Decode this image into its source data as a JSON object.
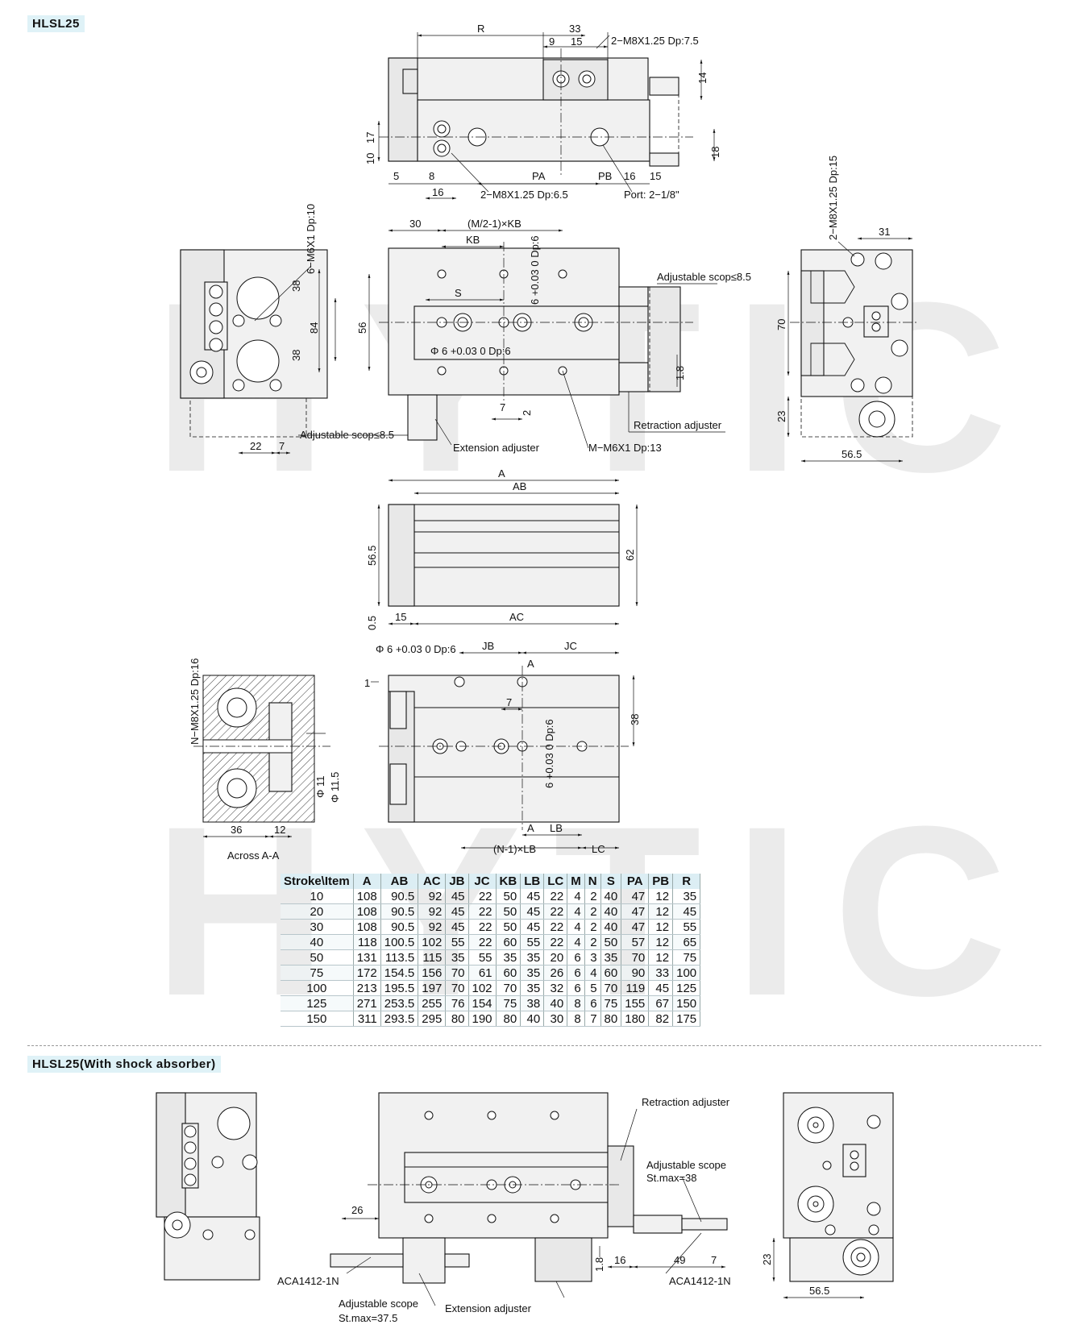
{
  "headings": {
    "main": "HLSL25",
    "shock": "HLSL25(With shock absorber)"
  },
  "watermark": "HYTIC",
  "labels": {
    "top": {
      "R": "R",
      "d33": "33",
      "d9": "9",
      "d15": "15",
      "m8a": "2−M8X1.25 Dp:7.5",
      "d14": "14",
      "d17": "17",
      "d10": "10",
      "d18": "18",
      "d5": "5",
      "d8": "8",
      "PA": "PA",
      "PB": "PB",
      "d16a": "16",
      "d15b": "15",
      "d16b": "16",
      "m8b": "2−M8X1.25 Dp:6.5",
      "port": "Port: 2−1/8\""
    },
    "mid": {
      "d30": "30",
      "mkb": "(M/2-1)×KB",
      "KB": "KB",
      "S": "S",
      "d6dp": "6 +0.03 0 Dp:6",
      "phi6": "Φ 6 +0.03 0 Dp:6",
      "d56": "56",
      "adj1": "Adjustable scop≤8.5",
      "d18b": "1.8",
      "d7": "7",
      "d2": "2",
      "retr": "Retraction adjuster",
      "mm6": "M−M6X1 Dp:13",
      "ext": "Extension adjuster",
      "adj2": "Adjustable scop≤8.5"
    },
    "left": {
      "m6": "6−M6X1 Dp:10",
      "d38a": "38",
      "d38b": "38",
      "d84": "84",
      "d22": "22",
      "d7": "7"
    },
    "right": {
      "m8": "2−M8X1.25 Dp:15",
      "d31": "31",
      "d70": "70",
      "d23": "23",
      "d565": "56.5"
    },
    "plan": {
      "A": "A",
      "AB": "AB",
      "d565": "56.5",
      "d62": "62",
      "d05": "0.5",
      "d15": "15",
      "AC": "AC"
    },
    "bottom": {
      "phi6": "Φ 6 +0.03 0 Dp:6",
      "JB": "JB",
      "JC": "JC",
      "A1": "A",
      "d1": "1",
      "d7": "7",
      "d38": "38",
      "d6dp": "6 +0.03 0 Dp:6",
      "A2": "A",
      "LB": "LB",
      "nlb": "(N-1)×LB",
      "LC": "LC"
    },
    "section": {
      "nm8": "N−M8X1.25 Dp:16",
      "phi11": "Φ 11",
      "phi115": "Φ 11.5",
      "d36": "36",
      "d12": "12",
      "caption": "Across A-A"
    },
    "shock": {
      "retr": "Retraction adjuster",
      "adjtitle": "Adjustable scope",
      "st38": "St.max=38",
      "d26": "26",
      "aca1": "ACA1412-1N",
      "adjtitle2": "Adjustable scope",
      "st375": "St.max=37.5",
      "ext": "Extension adjuster",
      "d18": "1.8",
      "d16": "16",
      "d49": "49",
      "d7": "7",
      "aca2": "ACA1412-1N",
      "d23": "23",
      "d565": "56.5"
    }
  },
  "table": {
    "headers": [
      "Stroke\\Item",
      "A",
      "AB",
      "AC",
      "JB",
      "JC",
      "KB",
      "LB",
      "LC",
      "M",
      "N",
      "S",
      "PA",
      "PB",
      "R"
    ],
    "rows": [
      [
        "10",
        "108",
        "90.5",
        "92",
        "45",
        "22",
        "50",
        "45",
        "22",
        "4",
        "2",
        "40",
        "47",
        "12",
        "35"
      ],
      [
        "20",
        "108",
        "90.5",
        "92",
        "45",
        "22",
        "50",
        "45",
        "22",
        "4",
        "2",
        "40",
        "47",
        "12",
        "45"
      ],
      [
        "30",
        "108",
        "90.5",
        "92",
        "45",
        "22",
        "50",
        "45",
        "22",
        "4",
        "2",
        "40",
        "47",
        "12",
        "55"
      ],
      [
        "40",
        "118",
        "100.5",
        "102",
        "55",
        "22",
        "60",
        "55",
        "22",
        "4",
        "2",
        "50",
        "57",
        "12",
        "65"
      ],
      [
        "50",
        "131",
        "113.5",
        "115",
        "35",
        "55",
        "35",
        "35",
        "20",
        "6",
        "3",
        "35",
        "70",
        "12",
        "75"
      ],
      [
        "75",
        "172",
        "154.5",
        "156",
        "70",
        "61",
        "60",
        "35",
        "26",
        "6",
        "4",
        "60",
        "90",
        "33",
        "100"
      ],
      [
        "100",
        "213",
        "195.5",
        "197",
        "70",
        "102",
        "70",
        "35",
        "32",
        "6",
        "5",
        "70",
        "119",
        "45",
        "125"
      ],
      [
        "125",
        "271",
        "253.5",
        "255",
        "76",
        "154",
        "75",
        "38",
        "40",
        "8",
        "6",
        "75",
        "155",
        "67",
        "150"
      ],
      [
        "150",
        "311",
        "293.5",
        "295",
        "80",
        "190",
        "80",
        "40",
        "30",
        "8",
        "7",
        "80",
        "180",
        "82",
        "175"
      ]
    ]
  }
}
